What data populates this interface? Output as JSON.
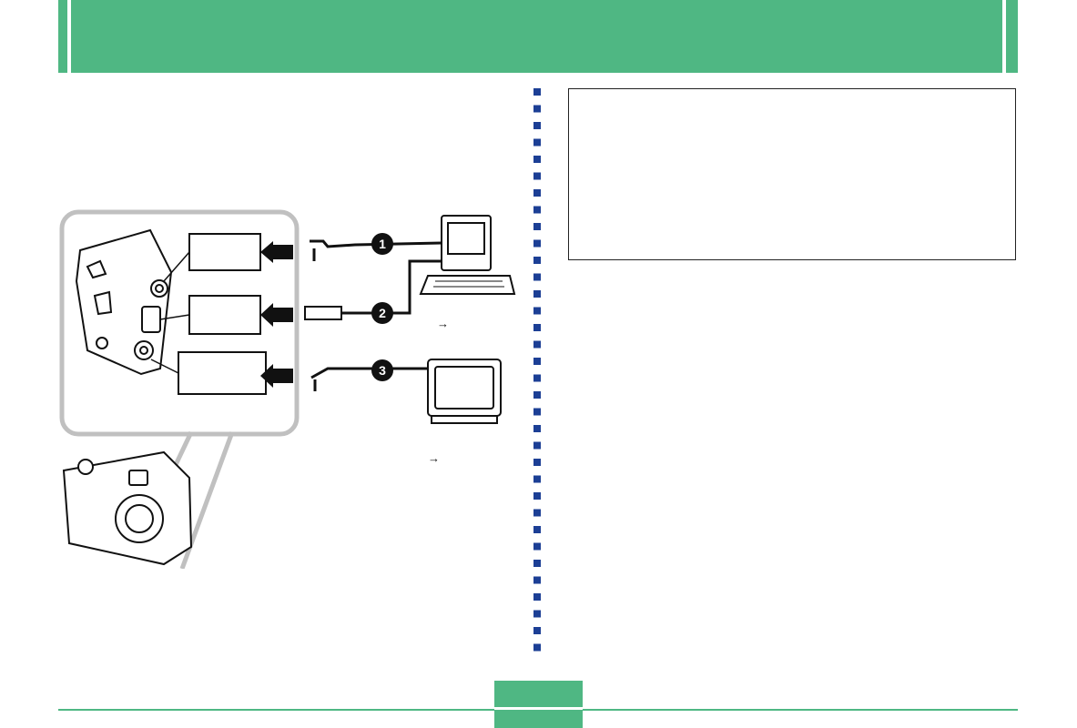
{
  "header": {
    "title": ""
  },
  "footer": {
    "page_number": ""
  },
  "diagram": {
    "markers": [
      "1",
      "2",
      "3"
    ],
    "port_boxes": [
      "",
      "",
      ""
    ],
    "see_refs": [
      "→",
      "→"
    ]
  },
  "note": {
    "text": ""
  },
  "colors": {
    "accent": "#4fb783",
    "divider": "#1c3f95"
  }
}
